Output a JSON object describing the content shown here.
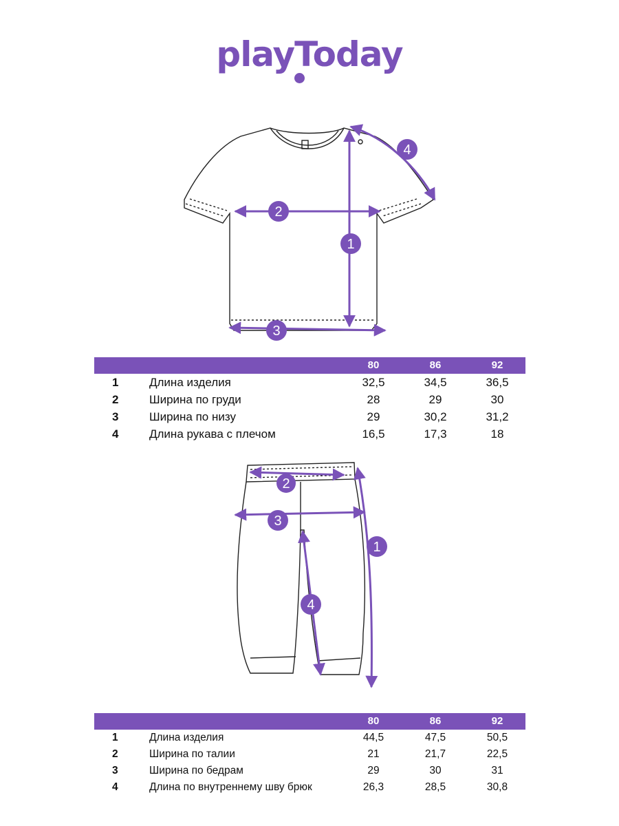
{
  "brand": {
    "logo_text": "playToday",
    "color": "#7a52b8"
  },
  "tables": [
    {
      "id": "tshirt",
      "sizes": [
        "80",
        "86",
        "92"
      ],
      "rows": [
        {
          "num": "1",
          "label": "Длина изделия",
          "values": [
            "32,5",
            "34,5",
            "36,5"
          ]
        },
        {
          "num": "2",
          "label": "Ширина по груди",
          "values": [
            "28",
            "29",
            "30"
          ]
        },
        {
          "num": "3",
          "label": "Ширина по низу",
          "values": [
            "29",
            "30,2",
            "31,2"
          ]
        },
        {
          "num": "4",
          "label": "Длина рукава с плечом",
          "values": [
            "16,5",
            "17,3",
            "18"
          ]
        }
      ]
    },
    {
      "id": "pants",
      "sizes": [
        "80",
        "86",
        "92"
      ],
      "rows": [
        {
          "num": "1",
          "label": "Длина изделия",
          "values": [
            "44,5",
            "47,5",
            "50,5"
          ]
        },
        {
          "num": "2",
          "label": "Ширина по талии",
          "values": [
            "21",
            "21,7",
            "22,5"
          ]
        },
        {
          "num": "3",
          "label": "Ширина по бедрам",
          "values": [
            "29",
            "30",
            "31"
          ]
        },
        {
          "num": "4",
          "label": "Длина по внутреннему шву брюк",
          "values": [
            "26,3",
            "28,5",
            "30,8"
          ]
        }
      ]
    }
  ],
  "badges": {
    "tshirt": [
      "1",
      "2",
      "3",
      "4"
    ],
    "pants": [
      "1",
      "2",
      "3",
      "4"
    ]
  }
}
